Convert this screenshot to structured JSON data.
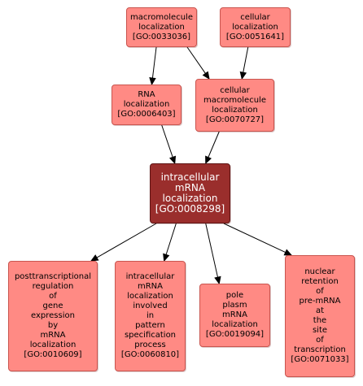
{
  "nodes": {
    "macromolecule_localization": {
      "lines": [
        "macromolecule",
        "localization",
        "[GO:0033036]"
      ],
      "focus": false
    },
    "cellular_localization": {
      "lines": [
        "cellular",
        "localization",
        "[GO:0051641]"
      ],
      "focus": false
    },
    "rna_localization": {
      "lines": [
        "RNA",
        "localization",
        "[GO:0006403]"
      ],
      "focus": false
    },
    "cellular_macromolecule_localization": {
      "lines": [
        "cellular",
        "macromolecule",
        "localization",
        "[GO:0070727]"
      ],
      "focus": false
    },
    "intracellular_mrna_localization": {
      "lines": [
        "intracellular",
        "mRNA",
        "localization",
        "[GO:0008298]"
      ],
      "focus": true
    },
    "posttranscriptional_regulation": {
      "lines": [
        "posttranscriptional",
        "regulation",
        "of",
        "gene",
        "expression",
        "by",
        "mRNA",
        "localization",
        "[GO:0010609]"
      ],
      "focus": false
    },
    "intracellular_mrna_pattern": {
      "lines": [
        "intracellular",
        "mRNA",
        "localization",
        "involved",
        "in",
        "pattern",
        "specification",
        "process",
        "[GO:0060810]"
      ],
      "focus": false
    },
    "pole_plasm_mrna": {
      "lines": [
        "pole",
        "plasm",
        "mRNA",
        "localization",
        "[GO:0019094]"
      ],
      "focus": false
    },
    "nuclear_retention": {
      "lines": [
        "nuclear",
        "retention",
        "of",
        "pre-mRNA",
        "at",
        "the",
        "site",
        "of",
        "transcription",
        "[GO:0071033]"
      ],
      "focus": false
    }
  },
  "edges": [
    {
      "from": "macromolecule_localization",
      "to": "rna_localization"
    },
    {
      "from": "macromolecule_localization",
      "to": "cellular_macromolecule_localization"
    },
    {
      "from": "cellular_localization",
      "to": "cellular_macromolecule_localization"
    },
    {
      "from": "rna_localization",
      "to": "intracellular_mrna_localization"
    },
    {
      "from": "cellular_macromolecule_localization",
      "to": "intracellular_mrna_localization"
    },
    {
      "from": "intracellular_mrna_localization",
      "to": "posttranscriptional_regulation"
    },
    {
      "from": "intracellular_mrna_localization",
      "to": "intracellular_mrna_pattern"
    },
    {
      "from": "intracellular_mrna_localization",
      "to": "pole_plasm_mrna"
    },
    {
      "from": "intracellular_mrna_localization",
      "to": "nuclear_retention"
    }
  ],
  "colors": {
    "node_fill": "#ff8a84",
    "node_border": "#c9554f",
    "focus_fill": "#9a2e2c",
    "focus_text": "#ffffff",
    "edge": "#000000"
  }
}
